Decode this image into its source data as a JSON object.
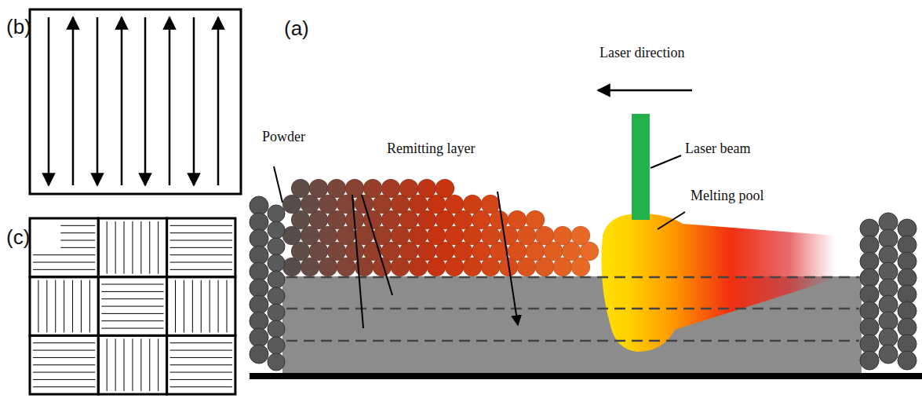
{
  "diagram": {
    "labels": [
      "(b)",
      "(a)",
      "Laser direction",
      "Powder",
      "Remitting layer",
      "Laser beam",
      "Melting pool",
      "(c)"
    ]
  }
}
